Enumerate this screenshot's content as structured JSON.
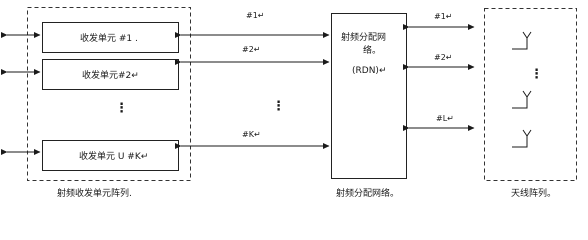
{
  "transceiver_units": [
    {
      "label": "收发单元  #1  ."
    },
    {
      "label": "收发单元#2↵"
    },
    {
      "label": "收发单元 U #K↵"
    }
  ],
  "transceiver_ellipsis": "⋮",
  "transceiver_array_caption": "射频收发单元阵列.",
  "left_channels": [
    {
      "label": "#1↵"
    },
    {
      "label": "#2↵"
    },
    {
      "label": "#K↵"
    }
  ],
  "middle_ellipsis": "⋮",
  "rdn": {
    "line1": "射频分配网",
    "line2": "络。",
    "line3": "(RDN)↵",
    "caption": "射频分配网络。"
  },
  "right_channels": [
    {
      "label": "#1↵"
    },
    {
      "label": "#2↵"
    },
    {
      "label": "#L↵"
    }
  ],
  "antenna_ellipsis": "⋮",
  "antenna_array_caption": "天线阵列。"
}
